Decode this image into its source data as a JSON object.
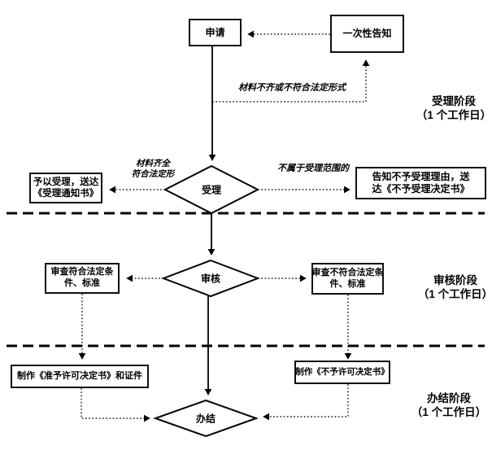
{
  "flowchart": {
    "nodes": {
      "apply": {
        "label": "申请"
      },
      "one_time_notice": {
        "label": "一次性告知"
      },
      "accept_diamond": {
        "label": "受理"
      },
      "review_diamond": {
        "label": "审核"
      },
      "finish_diamond": {
        "label": "办结"
      },
      "accept_notice": {
        "line1": "予以受理，送达",
        "line2": "《受理通知书》"
      },
      "reject_notice": {
        "line1": "告知不予受理理由，送",
        "line2": "达《不予受理决定书》"
      },
      "review_pass": {
        "line1": "审查符合法定条",
        "line2": "件、标准"
      },
      "review_fail": {
        "line1": "审查不符合法定条",
        "line2": "件、标准"
      },
      "make_permit": {
        "label": "制作《准予许可决定书》和证件"
      },
      "make_deny": {
        "label": "制作《不予许可决定书》"
      }
    },
    "edge_labels": {
      "materials_incomplete": "材料不齐或不符合法定形式",
      "materials_complete_line1": "材料齐全",
      "materials_complete_line2": "符合法定形",
      "out_of_scope": "不属于受理范围的"
    },
    "stages": [
      {
        "name": "受理阶段",
        "duration": "（1 个工作日）"
      },
      {
        "name": "审核阶段",
        "duration": "（1 个工作日）"
      },
      {
        "name": "办结阶段",
        "duration": "（1 个工作日）"
      }
    ],
    "colors": {
      "line": "#000000",
      "background": "#ffffff"
    }
  }
}
